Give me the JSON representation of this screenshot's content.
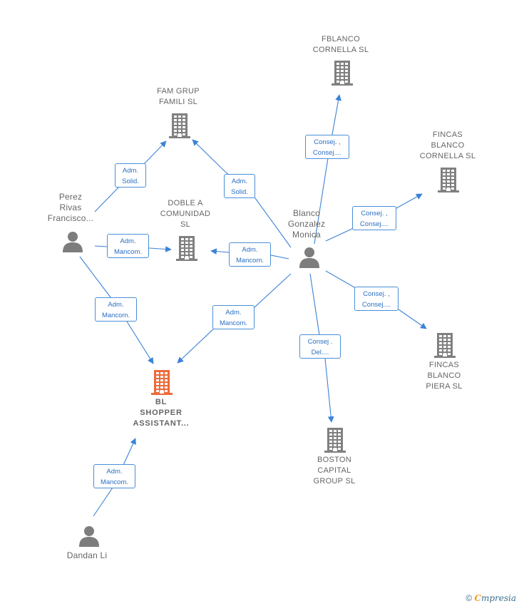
{
  "colors": {
    "edge": "#3b82d6",
    "company_icon": "#808080",
    "main_company_icon": "#ee6a3a",
    "person_icon": "#7d7d7d",
    "label_text": "#666666",
    "role_text": "#2b6fc2",
    "role_border": "#4a8fd8"
  },
  "nodes": {
    "fblanco": {
      "type": "company",
      "label": "FBLANCO\nCORNELLA SL"
    },
    "fam_grup": {
      "type": "company",
      "label": "FAM GRUP\nFAMILI  SL"
    },
    "fincas_cornella": {
      "type": "company",
      "label": "FINCAS\nBLANCO\nCORNELLA SL"
    },
    "doble_a": {
      "type": "company",
      "label": "DOBLE A\nCOMUNIDAD\nSL"
    },
    "perez": {
      "type": "person",
      "label": "Perez\nRivas\nFrancisco..."
    },
    "blanco": {
      "type": "person",
      "label": "Blanco\nGonzalez\nMonica"
    },
    "bl_shopper": {
      "type": "main_company",
      "label": "BL\nSHOPPER\nASSISTANT..."
    },
    "fincas_piera": {
      "type": "company",
      "label": "FINCAS\nBLANCO\nPIERA SL"
    },
    "boston": {
      "type": "company",
      "label": "BOSTON\nCAPITAL\nGROUP  SL"
    },
    "dandan": {
      "type": "person",
      "label": "Dandan Li"
    }
  },
  "edges": [
    {
      "from": "perez",
      "to": "fam_grup",
      "label": "Adm.\nSolid."
    },
    {
      "from": "blanco",
      "to": "fam_grup",
      "label": "Adm.\nSolid."
    },
    {
      "from": "blanco",
      "to": "fblanco",
      "label": "Consej. ,\nConsej...."
    },
    {
      "from": "blanco",
      "to": "fincas_cornella",
      "label": "Consej. ,\nConsej...."
    },
    {
      "from": "perez",
      "to": "doble_a",
      "label": "Adm.\nMancom."
    },
    {
      "from": "blanco",
      "to": "doble_a",
      "label": "Adm.\nMancom."
    },
    {
      "from": "perez",
      "to": "bl_shopper",
      "label": "Adm.\nMancom."
    },
    {
      "from": "blanco",
      "to": "bl_shopper",
      "label": "Adm.\nMancom."
    },
    {
      "from": "blanco",
      "to": "fincas_piera",
      "label": "Consej. ,\nConsej...."
    },
    {
      "from": "blanco",
      "to": "boston",
      "label": "Consej .\nDel...."
    },
    {
      "from": "dandan",
      "to": "bl_shopper",
      "label": "Adm.\nMancom."
    }
  ],
  "footer": {
    "copyright": "©",
    "brand_initial": "C",
    "brand_rest": "mpresia"
  }
}
